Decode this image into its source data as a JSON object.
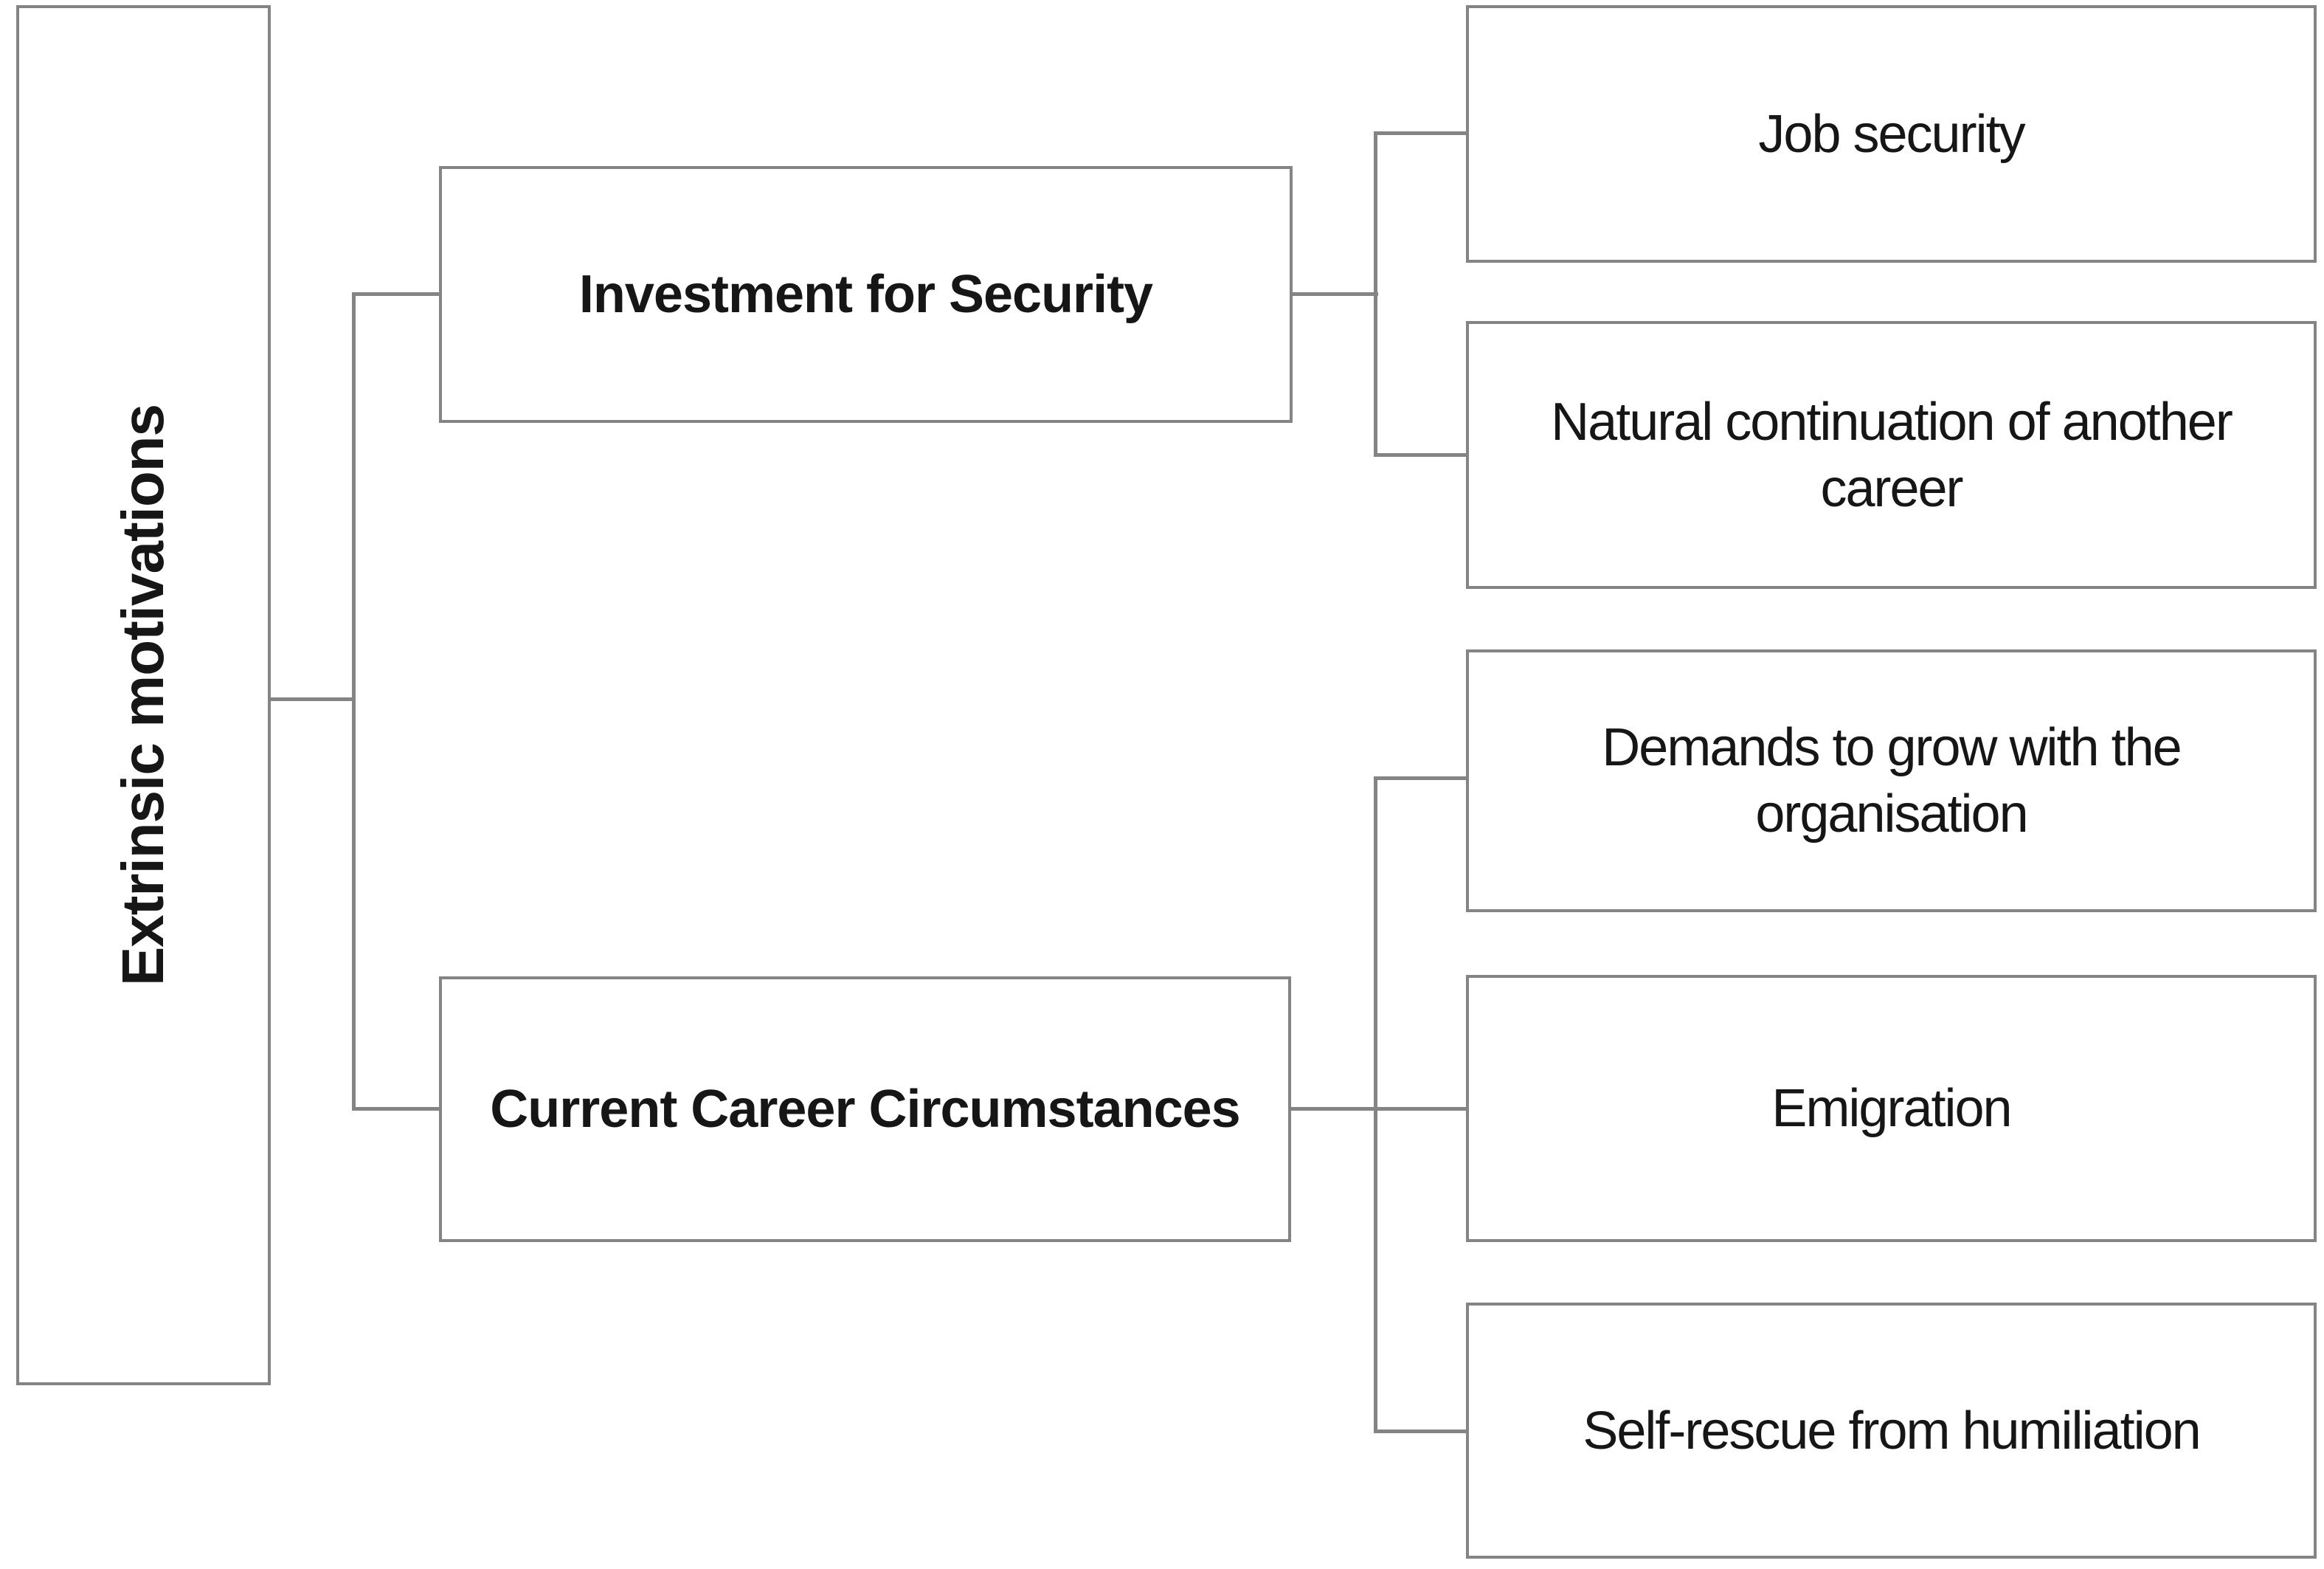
{
  "figure": {
    "background_color": "#ffffff",
    "line_color": "#848484",
    "text_color": "#161616",
    "root": {
      "label": "Extrinsic motivations"
    },
    "branches": [
      {
        "label": "Investment for Security",
        "children": [
          "Job security",
          "Natural continuation of another\ncareer"
        ]
      },
      {
        "label": "Current Career Circumstances",
        "children": [
          "Demands to grow with the\norganisation",
          "Emigration",
          "Self-rescue from humiliation"
        ]
      }
    ]
  }
}
